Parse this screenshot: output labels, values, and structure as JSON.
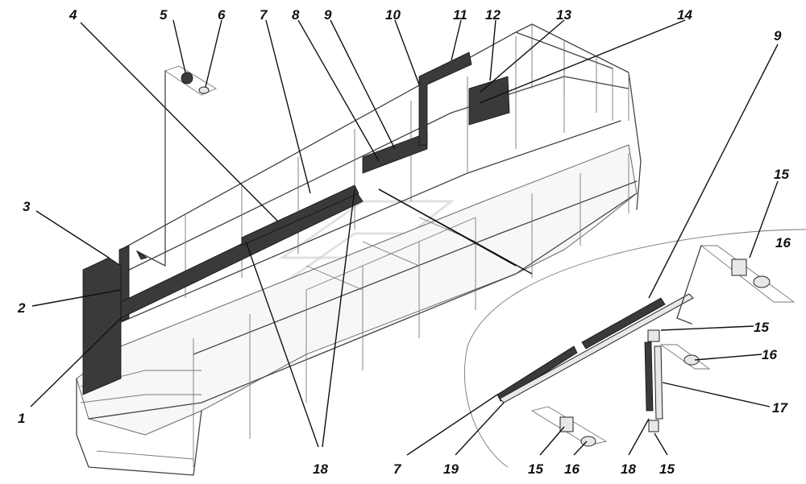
{
  "callouts": [
    {
      "id": "c1",
      "text": "1"
    },
    {
      "id": "c2",
      "text": "2"
    },
    {
      "id": "c3",
      "text": "3"
    },
    {
      "id": "c4",
      "text": "4"
    },
    {
      "id": "c5",
      "text": "5"
    },
    {
      "id": "c6",
      "text": "6"
    },
    {
      "id": "c7a",
      "text": "7"
    },
    {
      "id": "c8",
      "text": "8"
    },
    {
      "id": "c9a",
      "text": "9"
    },
    {
      "id": "c10",
      "text": "10"
    },
    {
      "id": "c11",
      "text": "11"
    },
    {
      "id": "c12",
      "text": "12"
    },
    {
      "id": "c13",
      "text": "13"
    },
    {
      "id": "c14",
      "text": "14"
    },
    {
      "id": "c9b",
      "text": "9"
    },
    {
      "id": "c15a",
      "text": "15"
    },
    {
      "id": "c16a",
      "text": "16"
    },
    {
      "id": "c15b",
      "text": "15"
    },
    {
      "id": "c16b",
      "text": "16"
    },
    {
      "id": "c17",
      "text": "17"
    },
    {
      "id": "c18a",
      "text": "18"
    },
    {
      "id": "c15c",
      "text": "15"
    },
    {
      "id": "c16c",
      "text": "16"
    },
    {
      "id": "c15d",
      "text": "15"
    },
    {
      "id": "c19",
      "text": "19"
    },
    {
      "id": "c7b",
      "text": "7"
    },
    {
      "id": "c18b",
      "text": "18"
    }
  ],
  "colors": {
    "line": "#444444",
    "part": "#3a3a3a",
    "label": "#111111"
  }
}
